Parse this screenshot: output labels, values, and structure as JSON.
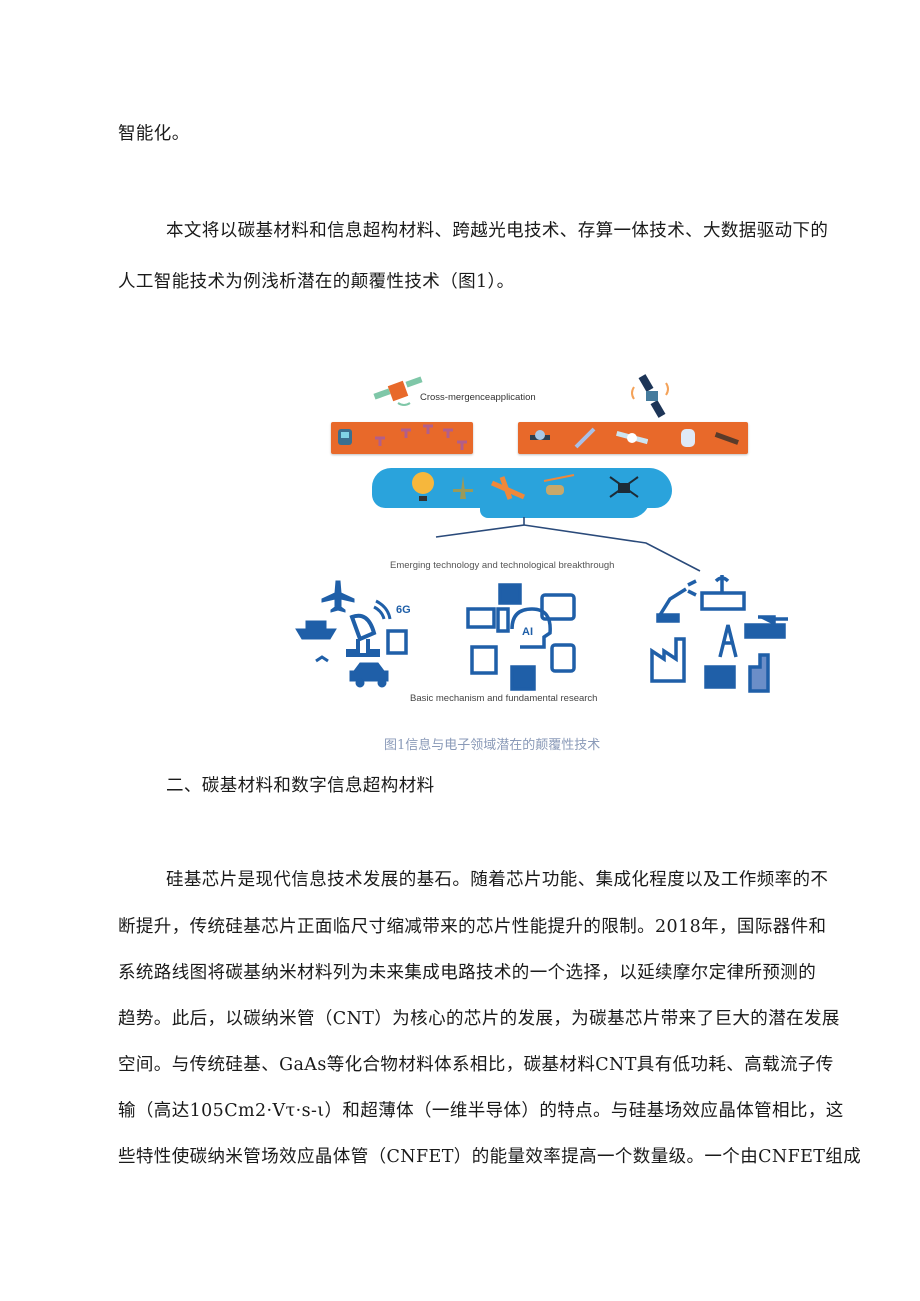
{
  "paragraphs": {
    "p0_line1": "智能化。",
    "p1_line1": "本文将以碳基材料和信息超构材料、跨越光电技术、存算一体技术、大数据驱动下的",
    "p1_line2": "人工智能技术为例浅析潜在的颠覆性技术（图1）。",
    "heading2": "二、碳基材料和数字信息超构材料",
    "p2_line1": "硅基芯片是现代信息技术发展的基石。随着芯片功能、集成化程度以及工作频率的不",
    "p2_line2": "断提升，传统硅基芯片正面临尺寸缩减带来的芯片性能提升的限制。2018年，国际器件和",
    "p2_line3": "系统路线图将碳基纳米材料列为未来集成电路技术的一个选择，以延续摩尔定律所预测的",
    "p2_line4": "趋势。此后，以碳纳米管（CNT）为核心的芯片的发展，为碳基芯片带来了巨大的潜在发展",
    "p2_line5": "空间。与传统硅基、GaAs等化合物材料体系相比，碳基材料CNT具有低功耗、高载流子传",
    "p2_line6": "输（高达105Cm2·Vτ·s-ι）和超薄体（一维半导体）的特点。与硅基场效应晶体管相比，这",
    "p2_line7": "些特性使碳纳米管场效应晶体管（CNFET）的能量效率提高一个数量级。一个由CNFET组成"
  },
  "figure": {
    "caption": "图1信息与电子领域潜在的颠覆性技术",
    "label_top": "Cross-mergenceapplication",
    "label_middle": "Emerging technology and technological breakthrough",
    "label_bottom": "Basic mechanism and fundamental research",
    "badge_6g": "6G",
    "badge_ai": "AI",
    "colors": {
      "orange_panel": "#e8692a",
      "sky_cloud": "#2aa3dc",
      "icon_blue": "#1f5fa8",
      "caption": "#8a9ab8"
    }
  }
}
